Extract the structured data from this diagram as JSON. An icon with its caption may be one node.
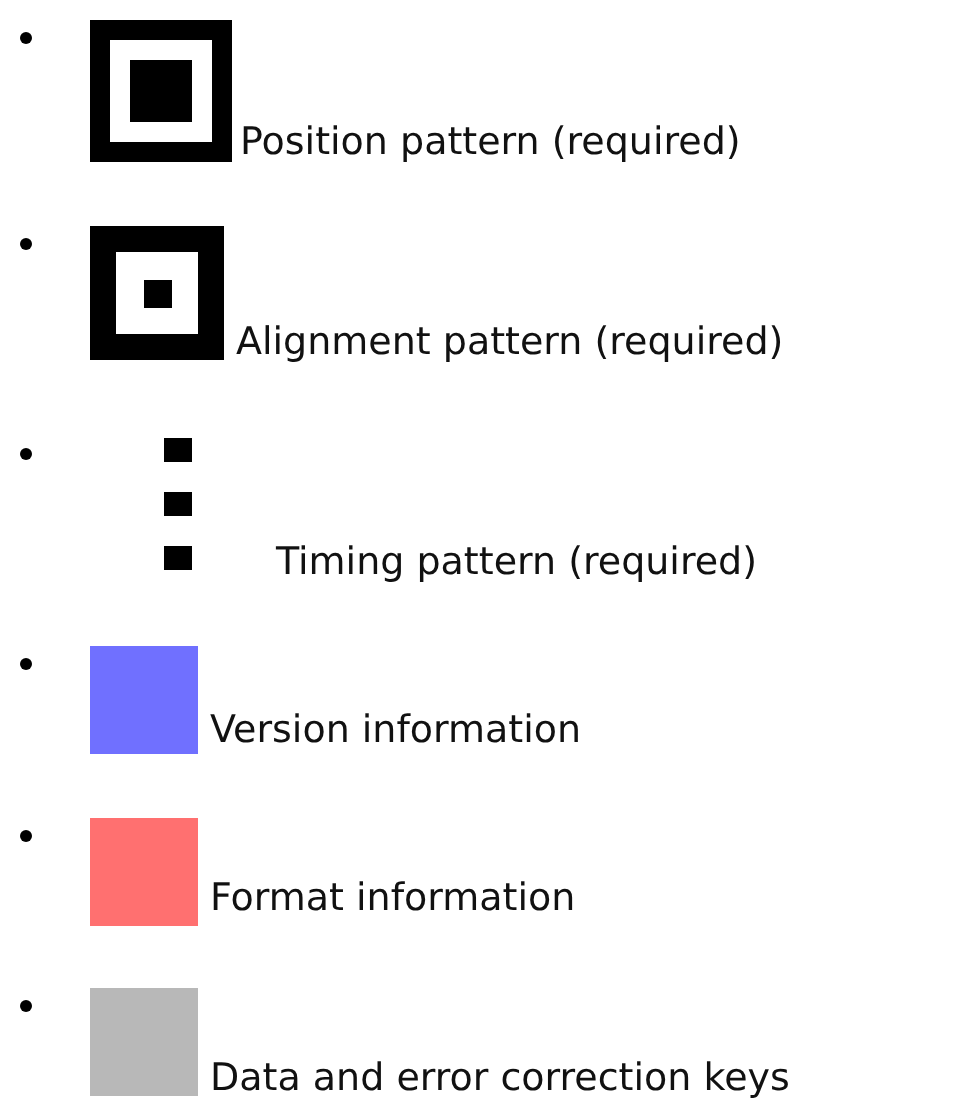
{
  "diagram": {
    "legend": [
      {
        "text": "Position pattern (required)"
      },
      {
        "text": "Alignment pattern (required)"
      },
      {
        "text": "Timing pattern (required)"
      },
      {
        "text": "Version information",
        "color": "#7070ff"
      },
      {
        "text": "Format information",
        "color": "#ff7070"
      },
      {
        "text": "Data and error correction keys",
        "color": "#b8b8b8"
      }
    ]
  }
}
